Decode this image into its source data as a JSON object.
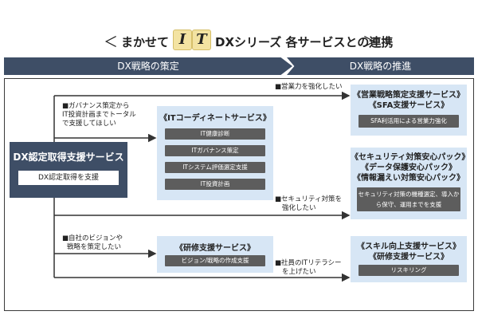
{
  "title": {
    "open_bracket": "＜",
    "prefix": "まかせて",
    "letter_i": "I",
    "letter_t": "T",
    "suffix": "DXシリーズ 各サービスとの連携",
    "close_bracket": "＞"
  },
  "phases": {
    "left": "DX戦略の策定",
    "right": "DX戦略の推進"
  },
  "dx_box": {
    "title": "DX認定取得支援サービス",
    "item": "DX認定取得を支援"
  },
  "it_coordinate": {
    "title": "《ITコーディネートサービス》",
    "items": [
      "IT健康診断",
      "ITガバナンス策定",
      "ITシステム評価選定支援",
      "IT投資計画"
    ]
  },
  "training_left": {
    "title": "《研修支援サービス》",
    "item": "ビジョン/戦略の作成支援"
  },
  "sales_box": {
    "title_1": "《営業戦略策定支援サービス》",
    "title_2": "《SFA支援サービス》",
    "item": "SFA利活用による営業力強化"
  },
  "security_box": {
    "title_1": "《セキュリティ対策安心パック》",
    "title_2": "《データ保護安心パック》",
    "title_3": "《情報漏えい対策安心パック》",
    "item_1": "セキュリティ対策の機種選定、導入か",
    "item_2": "ら保守、運用までを支援"
  },
  "skill_box": {
    "title_1": "《スキル向上支援サービス》",
    "title_2": "《研修支援サービス》",
    "item": "リスキリング"
  },
  "labels": {
    "sales": "■営業力を強化したい",
    "governance_1": "■ガバナンス策定から",
    "governance_2": "IT投資計画までトータル",
    "governance_3": "で支援してほしい",
    "security_1": "■セキュリティ対策を",
    "security_2": "強化したい",
    "vision_1": "■自社のビジョンや",
    "vision_2": "戦略を策定したい",
    "literacy_1": "■社員のITリテラシー",
    "literacy_2": "を上げたい"
  },
  "colors": {
    "navy": "#3e4e66",
    "light_blue": "#d7e6f5",
    "pill_gray": "#5d5d5d",
    "it_tile": "#f3e3a2"
  }
}
